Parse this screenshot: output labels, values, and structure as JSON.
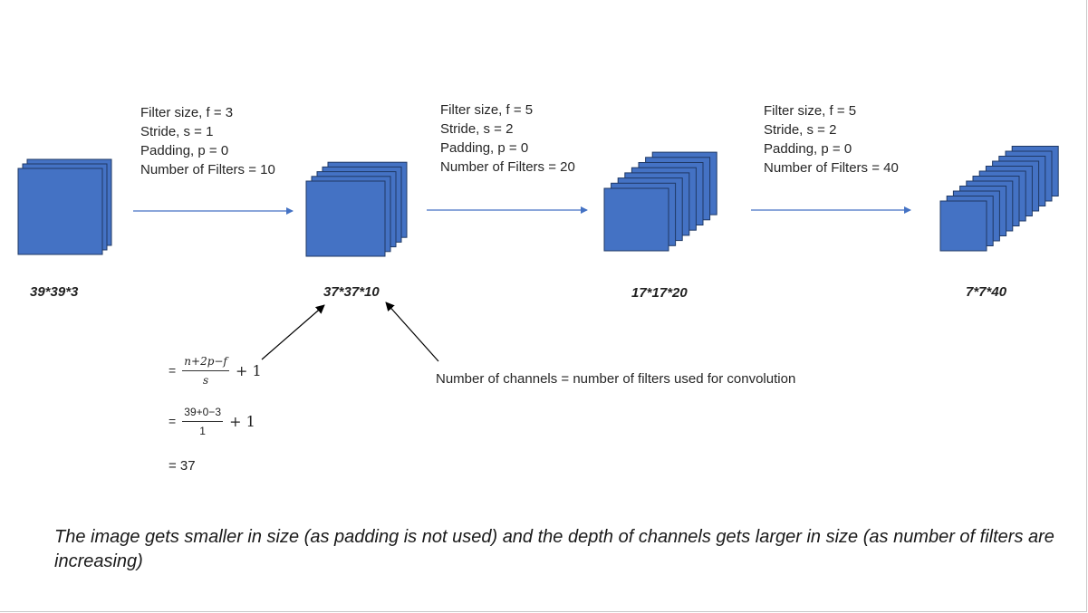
{
  "colors": {
    "volume_fill": "#4472C4",
    "volume_stroke": "#1F3864",
    "arrow": "#4472C4",
    "annotation_arrow": "#000000"
  },
  "volumes": [
    {
      "label": "39*39*3",
      "layers": 3
    },
    {
      "label": "37*37*10",
      "layers": 5
    },
    {
      "label": "17*17*20",
      "layers": 8
    },
    {
      "label": "7*7*40",
      "layers": 12
    }
  ],
  "steps": [
    {
      "filter": "Filter size, f = 3",
      "stride": "Stride, s = 1",
      "padding": "Padding, p = 0",
      "filters": "Number of Filters = 10"
    },
    {
      "filter": "Filter size, f = 5",
      "stride": "Stride, s = 2",
      "padding": "Padding, p = 0",
      "filters": "Number of Filters = 20"
    },
    {
      "filter": "Filter size, f = 5",
      "stride": "Stride, s = 2",
      "padding": "Padding, p = 0",
      "filters": "Number of Filters = 40"
    }
  ],
  "formula": {
    "eq": "=",
    "general_num": "n+2p−f",
    "general_den": "s",
    "plus_one": "+ 1",
    "numeric_num": "39+0−3",
    "numeric_den": "1",
    "result": "= 37"
  },
  "channel_note": "Number of channels = number of filters used for convolution",
  "summary": "The image gets smaller in size (as padding is not used) and the depth of channels gets larger in size (as number of filters are increasing)"
}
